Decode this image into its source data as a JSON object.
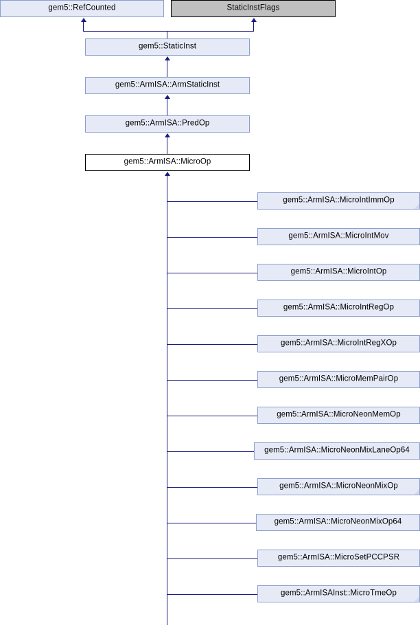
{
  "diagram": {
    "type": "class-inheritance-graph",
    "title": "gem5::ArmISA::MicroOp inheritance diagram",
    "colors": {
      "base_fill": "#e6eaf6",
      "base_border": "#8c9fcd",
      "current_fill": "#ffffff",
      "current_border": "#000000",
      "flags_fill": "#c0c0c0",
      "flags_border": "#000000",
      "edge": "#1a1a80"
    }
  },
  "nodes": {
    "ref_counted": {
      "label": "gem5::RefCounted"
    },
    "static_inst_flags": {
      "label": "StaticInstFlags"
    },
    "static_inst": {
      "label": "gem5::StaticInst"
    },
    "arm_static_inst": {
      "label": "gem5::ArmISA::ArmStaticInst"
    },
    "pred_op": {
      "label": "gem5::ArmISA::PredOp"
    },
    "micro_op": {
      "label": "gem5::ArmISA::MicroOp"
    }
  },
  "derived": [
    {
      "label": "gem5::ArmISA::MicroIntImmOp",
      "folded": true
    },
    {
      "label": "gem5::ArmISA::MicroIntMov",
      "folded": false
    },
    {
      "label": "gem5::ArmISA::MicroIntOp",
      "folded": false
    },
    {
      "label": "gem5::ArmISA::MicroIntRegOp",
      "folded": false
    },
    {
      "label": "gem5::ArmISA::MicroIntRegXOp",
      "folded": false
    },
    {
      "label": "gem5::ArmISA::MicroMemPairOp",
      "folded": false
    },
    {
      "label": "gem5::ArmISA::MicroNeonMemOp",
      "folded": false
    },
    {
      "label": "gem5::ArmISA::MicroNeonMixLaneOp64",
      "folded": false
    },
    {
      "label": "gem5::ArmISA::MicroNeonMixOp",
      "folded": true
    },
    {
      "label": "gem5::ArmISA::MicroNeonMixOp64",
      "folded": false
    },
    {
      "label": "gem5::ArmISA::MicroSetPCCPSR",
      "folded": false
    },
    {
      "label": "gem5::ArmISAInst::MicroTmeOp",
      "folded": true
    }
  ]
}
